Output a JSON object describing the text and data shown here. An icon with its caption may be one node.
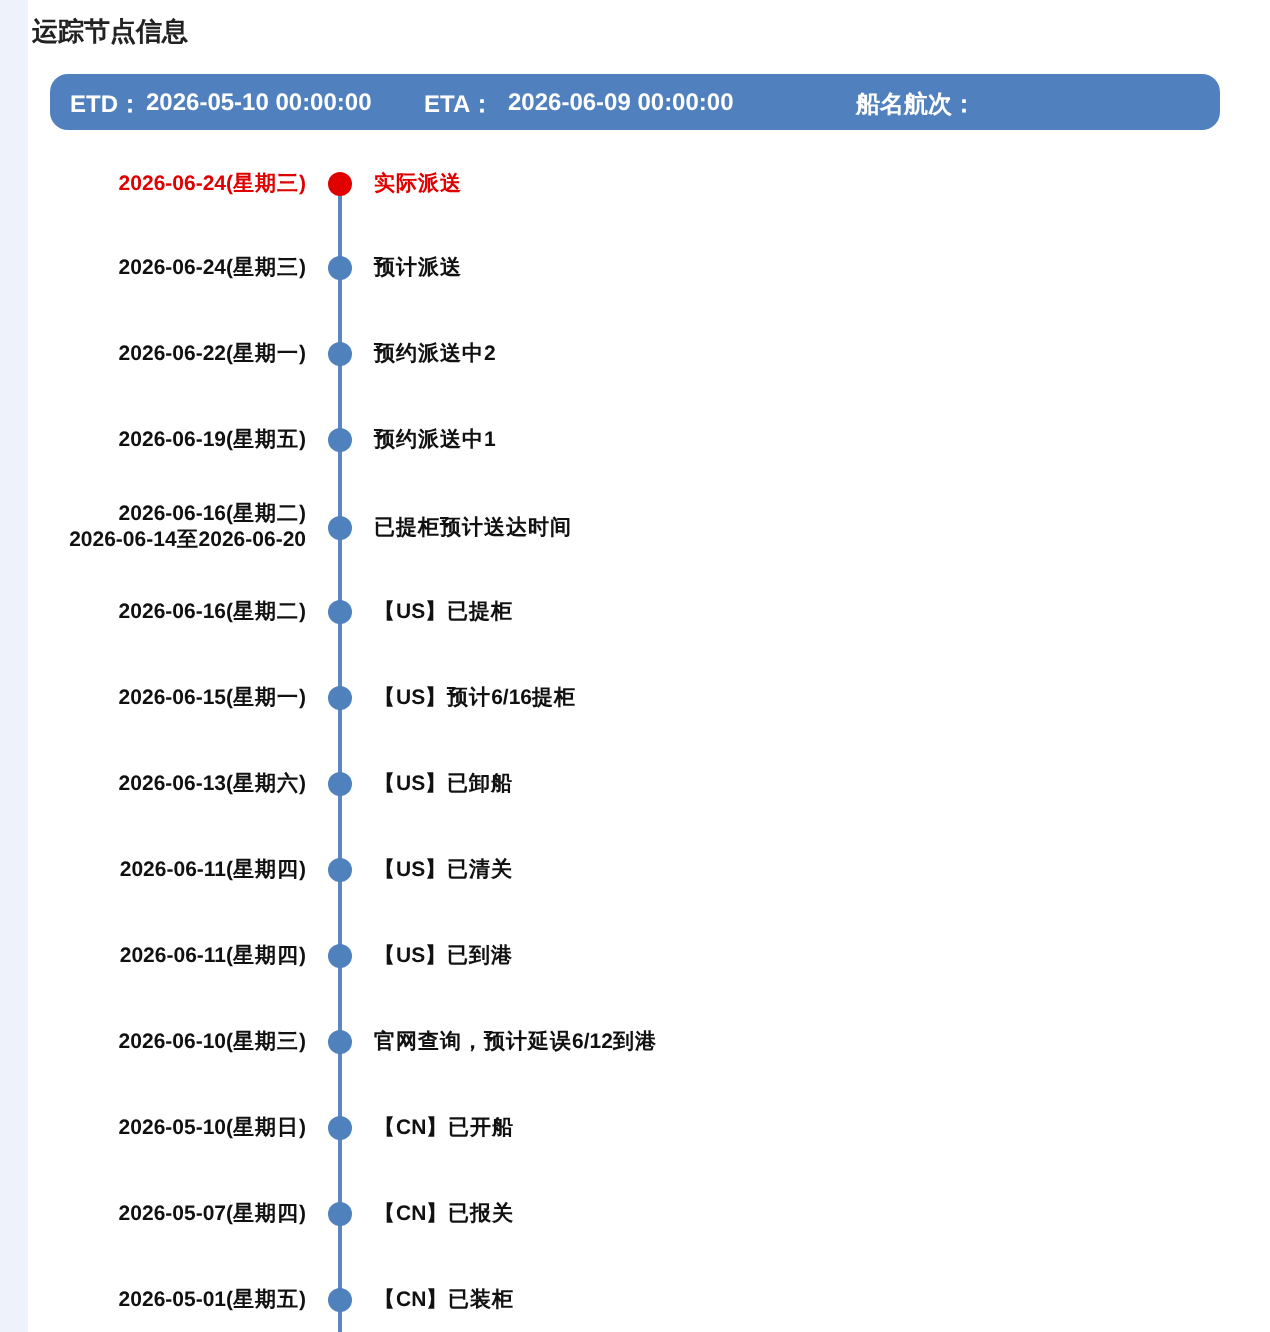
{
  "diagram": {
    "title": "运踪节点信息",
    "labels": [
      "ETD：",
      "2026-05-10 00:00:00",
      "ETA：",
      "2026-06-09 00:00:00",
      "船名航次：",
      "2026-06-24(星期三)",
      "实际派送",
      "2026-06-24(星期三)",
      "预计派送",
      "2026-06-22(星期一)",
      "预约派送中2",
      "2026-06-19(星期五)",
      "预约派送中1",
      "2026-06-16(星期二)",
      "2026-06-14至2026-06-20",
      "已提柜预计送达时间",
      "2026-06-16(星期二)",
      "【US】已提柜",
      "2026-06-15(星期一)",
      "【US】预计6/16提柜",
      "2026-06-13(星期六)",
      "【US】已卸船",
      "2026-06-11(星期四)",
      "【US】已清关",
      "2026-06-11(星期四)",
      "【US】已到港",
      "2026-06-10(星期三)",
      "官网查询，预计延误6/12到港",
      "2026-05-10(星期日)",
      "【CN】已开船",
      "2026-05-07(星期四)",
      "【CN】已报关",
      "2026-05-01(星期五)",
      "【CN】已装柜"
    ]
  }
}
